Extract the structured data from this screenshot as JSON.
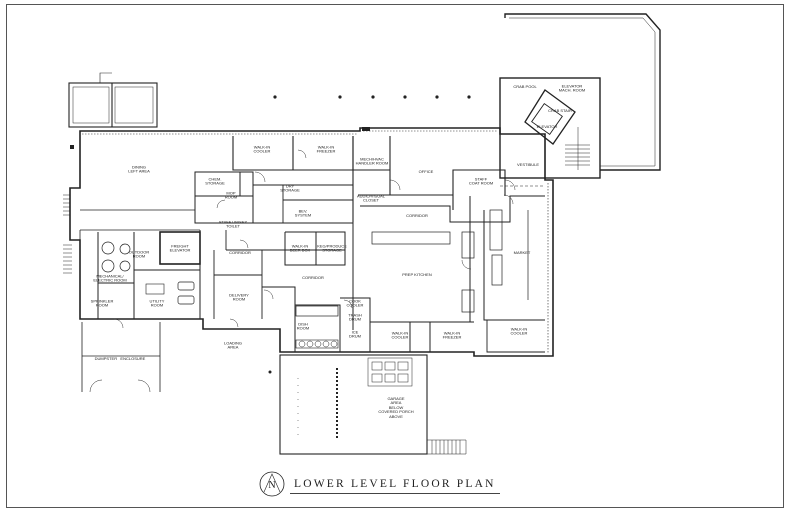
{
  "title": "LOWER LEVEL FLOOR PLAN",
  "north_symbol": "N",
  "rooms": {
    "dining": "DINING\nLEFT AREA",
    "walkin_cooler_top": "WALK-IN\nCOOLER",
    "walkin_freezer_top": "WALK-IN\nFREEZER",
    "mech_room": "MECH/HVAC\nHANDLER ROOM",
    "office": "OFFICE",
    "staff_coat_room": "STAFF\nCOAT ROOM",
    "vestibule": "VESTIBULE",
    "crab_pool": "CRAB POOL",
    "elevator_mach": "ELEVATOR\nMACH. ROOM",
    "crab_stair": "CRAB STAIR",
    "elevator": "ELEVATOR",
    "chem_storage": "CHEM.\nSTORAGE",
    "dry_storage": "DRY\nSTORAGE",
    "mop_room": "MOP\nROOM",
    "staff_toilet": "STAFF UNISEX\nTOILET",
    "bev_system": "BEV.\nSYSTEM",
    "audio_visual": "AUDIO/VISUAL\nCLOSET",
    "corridor_upper": "CORRIDOR",
    "outdoor_room": "OUTDOOR\nROOM",
    "freight_elevator": "FREIGHT\nELEVATOR",
    "corridor_left": "CORRIDOR",
    "walkin_beer": "WALK-IN\nBEER BOX",
    "keg_storage": "KEG/PRODUCE\nSTORAGE",
    "corridor_mid": "CORRIDOR",
    "mechanical": "MECHANICAL/\nELECTRIC ROOM",
    "utility_room": "UTILITY\nROOM",
    "delivery_room": "DELIVERY\nROOM",
    "sprinkler_room": "SPRINKLER\nROOM",
    "prep_kitchen": "PREP KITCHEN",
    "market": "MARKET",
    "dish_room": "DISH\nROOM",
    "cook_cooler": "COOK\nCOOLER",
    "trash": "TRASH\nDRUM",
    "ice_drum": "ICE\nDRUM",
    "walkin_cooler_bottom": "WALK-IN\nCOOLER",
    "walkin_freezer_bottom": "WALK-IN\nFREEZER",
    "walkin_cooler_market": "WALK-IN\nCOOLER",
    "loading": "LOADING\nAREA",
    "dumpster": "DUMPSTER   ENCLOSURE",
    "garage": "GARAGE\nAREA\nBELOW\nCOVERED PORCH\nABOVE"
  }
}
